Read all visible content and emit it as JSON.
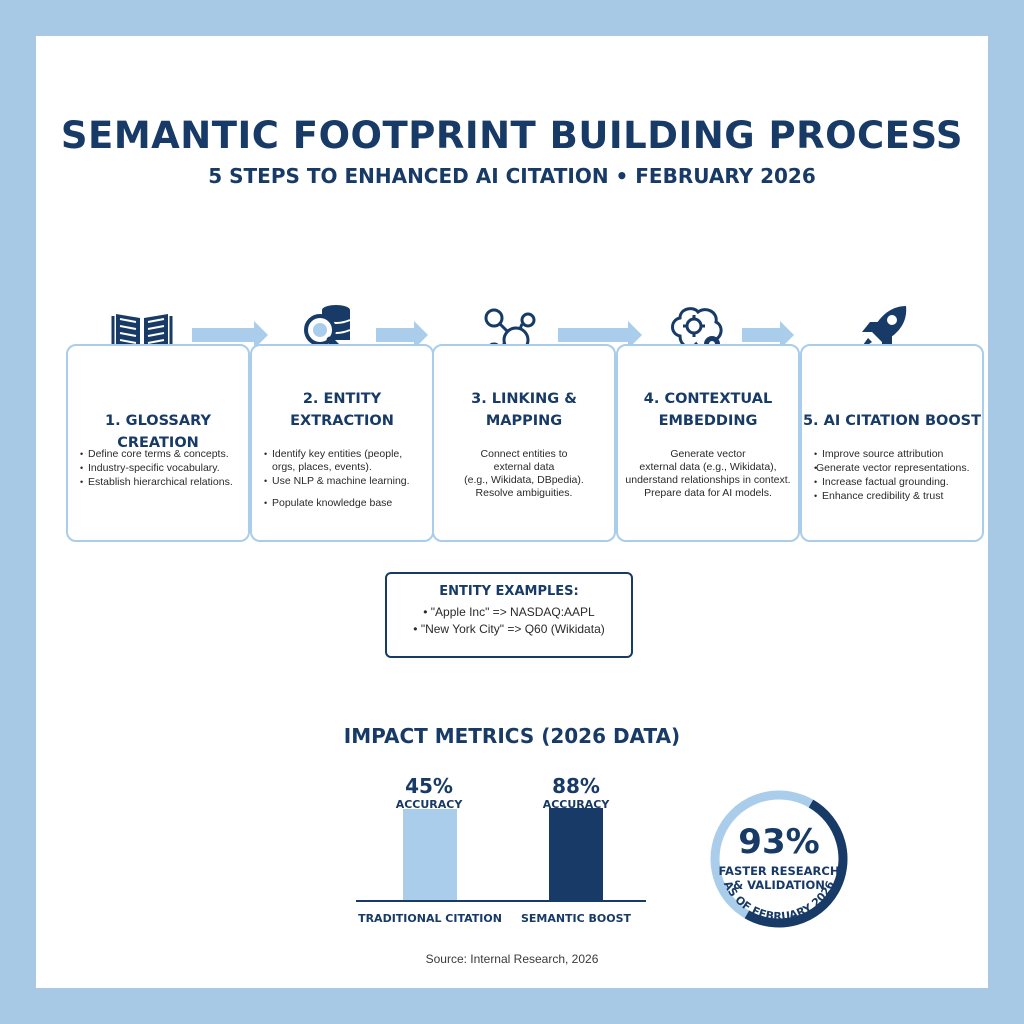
{
  "header": {
    "title": "SEMANTIC FOOTPRINT BUILDING PROCESS",
    "subtitle": "5 STEPS TO ENHANCED AI CITATION • FEBRUARY 2026"
  },
  "steps": [
    {
      "icon": "book-icon",
      "title": "1. GLOSSARY CREATION",
      "items": [
        "Define core terms & concepts.",
        "Industry-specific vocabulary.",
        "Establish hierarchical relations."
      ]
    },
    {
      "icon": "database-search-icon",
      "title_line1": "2. ENTITY",
      "title_line2": "EXTRACTION",
      "items": [
        "Identify key entities (people, orgs, places, events).",
        "Use NLP & machine learning.",
        "Populate knowledge base"
      ]
    },
    {
      "icon": "link-nodes-icon",
      "title_line1": "3. LINKING &",
      "title_line2": "MAPPING",
      "text": [
        "Connect entities to",
        "external data",
        "(e.g., Wikidata, DBpedia).",
        "Resolve ambiguities."
      ]
    },
    {
      "icon": "gears-brain-icon",
      "title_line1": "4. CONTEXTUAL",
      "title_line2": "EMBEDDING",
      "text": [
        "Generate vector",
        "external data (e.g., Wikidata),",
        "understand relationships in context.",
        "Prepare data for AI models."
      ]
    },
    {
      "icon": "rocket-icon",
      "title": "5. AI CITATION BOOST",
      "items": [
        "Improve source attribution",
        "Generate vector representations.",
        "Increase factual grounding.",
        "Enhance credibility & trust"
      ]
    }
  ],
  "examples": {
    "title": "ENTITY EXAMPLES:",
    "items": [
      "\"Apple Inc\" => NASDAQ:AAPL",
      "\"New York City\" => Q60 (Wikidata)"
    ]
  },
  "metrics": {
    "title": "IMPACT METRICS (2026 DATA)",
    "source": "Source: Internal Research, 2026",
    "ring": {
      "value": "93%",
      "line1": "FASTER RESEARCH",
      "line2": "& VALIDATION",
      "arc_label": "AS OF FEBRUARY 2026",
      "fraction": 0.93
    }
  },
  "chart_data": {
    "type": "bar",
    "categories": [
      "TRADITIONAL CITATION",
      "SEMANTIC BOOST"
    ],
    "values": [
      45,
      88
    ],
    "value_labels": [
      "45%",
      "88%"
    ],
    "sub_labels": [
      "ACCURACY",
      "ACCURACY"
    ],
    "colors": [
      "#a9cdea",
      "#173a66"
    ],
    "ylim": [
      0,
      100
    ]
  },
  "colors": {
    "navy": "#173a66",
    "light_blue": "#a9cdea",
    "border": "#a7c9e6"
  }
}
